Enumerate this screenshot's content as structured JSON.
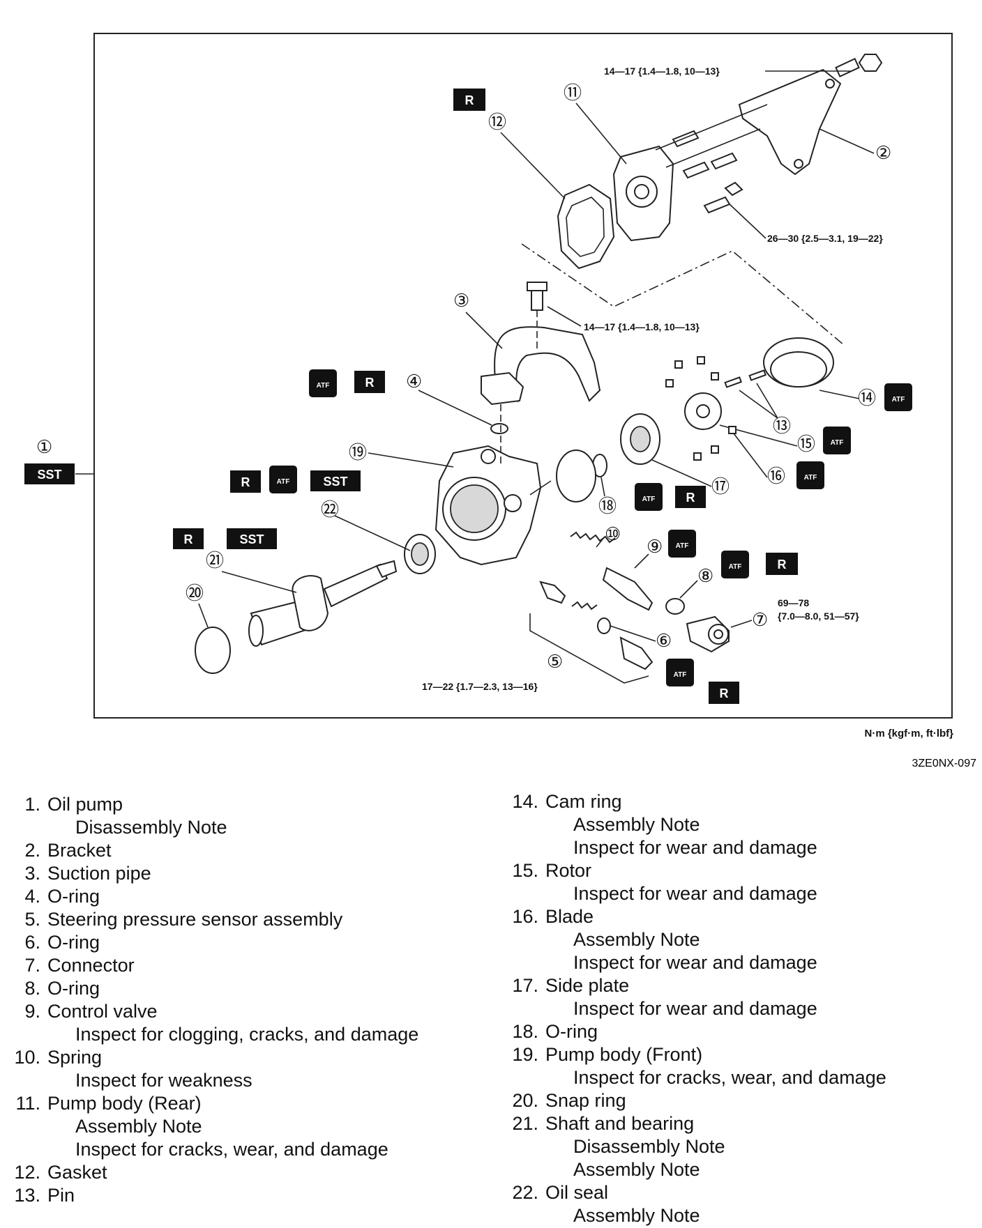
{
  "diagram": {
    "item_numbers": [
      "①",
      "②",
      "③",
      "④",
      "⑤",
      "⑥",
      "⑦",
      "⑧",
      "⑨",
      "⑩",
      "⑪",
      "⑫",
      "⑬",
      "⑭",
      "⑮",
      "⑯",
      "⑰",
      "⑱",
      "⑲",
      "⑳",
      "㉑",
      "㉒"
    ],
    "torque_specs": {
      "bracket_bolt": "14—17 {1.4—1.8, 10—13}",
      "pump_body_bolt": "26—30 {2.5—3.1, 19—22}",
      "suction_pipe_bolt": "14—17 {1.4—1.8, 10—13}",
      "connector": [
        "69—78",
        "{7.0—8.0, 51—57}"
      ],
      "sensor": "17—22 {1.7—2.3, 13—16}"
    },
    "tags": {
      "replace": "R",
      "sst": "SST",
      "atf": "ATF"
    },
    "units": "N·m {kgf·m, ft·lbf}",
    "figure_code": "3ZE0NX-097"
  },
  "legend": {
    "left": [
      {
        "no": "1.",
        "name": "Oil pump",
        "notes": [
          "Disassembly Note"
        ]
      },
      {
        "no": "2.",
        "name": "Bracket",
        "notes": []
      },
      {
        "no": "3.",
        "name": "Suction pipe",
        "notes": []
      },
      {
        "no": "4.",
        "name": "O-ring",
        "notes": []
      },
      {
        "no": "5.",
        "name": "Steering pressure sensor assembly",
        "notes": []
      },
      {
        "no": "6.",
        "name": "O-ring",
        "notes": []
      },
      {
        "no": "7.",
        "name": "Connector",
        "notes": []
      },
      {
        "no": "8.",
        "name": "O-ring",
        "notes": []
      },
      {
        "no": "9.",
        "name": "Control valve",
        "notes": [
          "Inspect for clogging, cracks, and damage"
        ]
      },
      {
        "no": "10.",
        "name": "Spring",
        "notes": [
          "Inspect for weakness"
        ]
      },
      {
        "no": "11.",
        "name": "Pump body (Rear)",
        "notes": [
          "Assembly Note",
          "Inspect for cracks, wear, and damage"
        ]
      },
      {
        "no": "12.",
        "name": "Gasket",
        "notes": []
      },
      {
        "no": "13.",
        "name": "Pin",
        "notes": []
      }
    ],
    "right": [
      {
        "no": "14.",
        "name": "Cam ring",
        "notes": [
          "Assembly Note",
          "Inspect for wear and damage"
        ]
      },
      {
        "no": "15.",
        "name": "Rotor",
        "notes": [
          "Inspect for wear and damage"
        ]
      },
      {
        "no": "16.",
        "name": "Blade",
        "notes": [
          "Assembly Note",
          "Inspect for wear and damage"
        ]
      },
      {
        "no": "17.",
        "name": "Side plate",
        "notes": [
          "Inspect for wear and damage"
        ]
      },
      {
        "no": "18.",
        "name": "O-ring",
        "notes": []
      },
      {
        "no": "19.",
        "name": "Pump body (Front)",
        "notes": [
          "Inspect for cracks, wear, and damage"
        ]
      },
      {
        "no": "20.",
        "name": "Snap ring",
        "notes": []
      },
      {
        "no": "21.",
        "name": "Shaft and bearing",
        "notes": [
          "Disassembly Note",
          "Assembly Note"
        ]
      },
      {
        "no": "22.",
        "name": "Oil seal",
        "notes": [
          "Assembly Note"
        ]
      }
    ]
  }
}
